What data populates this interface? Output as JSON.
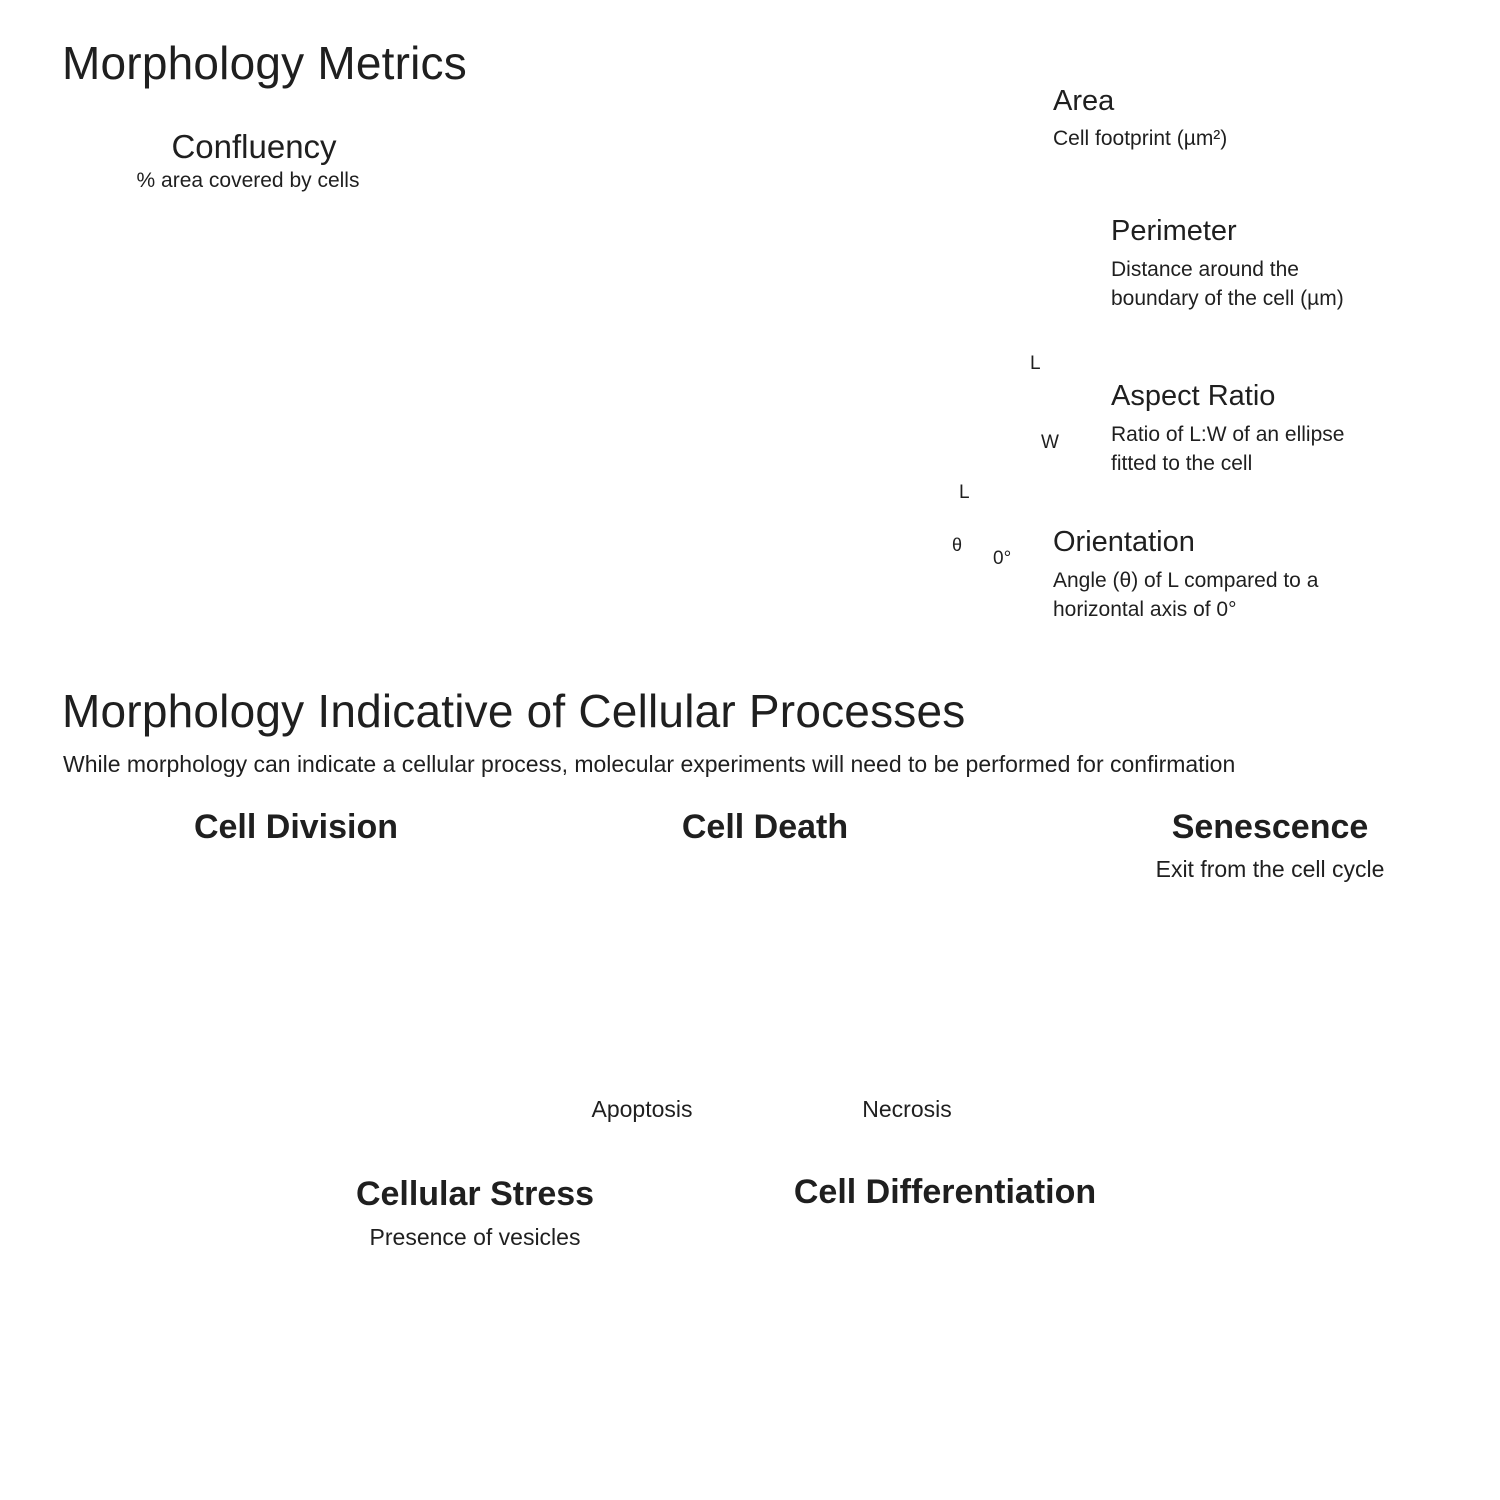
{
  "metrics": {
    "title": "Morphology Metrics",
    "confluency": {
      "title": "Confluency",
      "subtitle": "% area covered by cells"
    },
    "items": [
      {
        "title": "Area",
        "desc": [
          "Cell footprint (µm²)"
        ]
      },
      {
        "title": "Perimeter",
        "desc": [
          "Distance around the",
          "boundary of the cell (µm)"
        ]
      },
      {
        "title": "Aspect Ratio",
        "desc": [
          "Ratio of L:W of an ellipse",
          "fitted to the cell"
        ]
      },
      {
        "title": "Orientation",
        "desc": [
          "Angle (θ) of L compared to a",
          "horizontal axis of 0°"
        ]
      }
    ],
    "labels": {
      "length": "L",
      "width": "W",
      "theta": "θ",
      "zero": "0°"
    }
  },
  "processes": {
    "title": "Morphology Indicative of Cellular Processes",
    "subtitle": "While morphology can indicate a cellular process, molecular experiments will need to be performed for confirmation",
    "division": {
      "title": "Cell Division"
    },
    "death": {
      "title": "Cell Death",
      "apoptosis": "Apoptosis",
      "necrosis": "Necrosis"
    },
    "senescence": {
      "title": "Senescence",
      "subtitle": "Exit from the cell cycle"
    },
    "stress": {
      "title": "Cellular Stress",
      "subtitle": "Presence of vesicles"
    },
    "differentiation": {
      "title": "Cell Differentiation"
    }
  },
  "colors": {
    "cell_blue": "#3d79ac",
    "cell_light_blue": "#8fb3d6",
    "dish_fill": "#e8f1fb",
    "dish_stroke": "#9bb5d9",
    "division_purple": "#8b78b8",
    "apoptosis_red": "#cf6f72",
    "necrosis_green": "#5f8f80",
    "senescence_fill": "#e5eefa",
    "stress_blue": "#3f7fb4",
    "diff_gray": "#8a8a8a"
  }
}
